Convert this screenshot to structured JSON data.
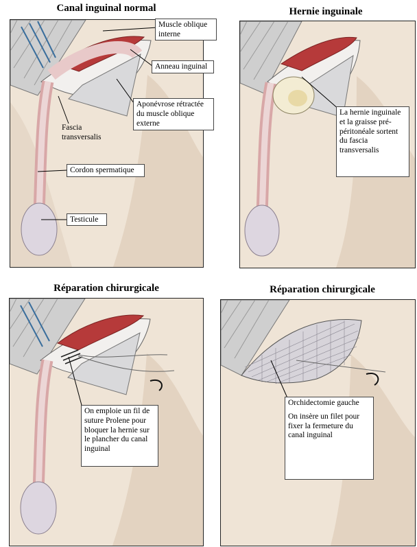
{
  "panels": {
    "p1": {
      "title": "Canal inguinal normal",
      "labels": {
        "muscle": "Muscle oblique interne",
        "anneau": "Anneau inguinal",
        "apon": "Aponévrose rétractée du muscle oblique externe",
        "fascia": "Fascia transversalis",
        "cordon": "Cordon spermatique",
        "testicule": "Testicule"
      }
    },
    "p2": {
      "title": "Hernie inguinale",
      "labels": {
        "hernie": "La hernie inguinale et la graisse pré-péritonéale sortent du fascia transversalis"
      }
    },
    "p3": {
      "title": "Réparation chirurgicale",
      "labels": {
        "suture": "On emploie un fil de suture Prolene pour bloquer la hernie sur le plancher du canal inguinal"
      }
    },
    "p4": {
      "title": "Réparation chirurgicale",
      "labels": {
        "orchi": "Orchidectomie gauche",
        "filet": "On insère un filet pour fixer la fermeture du canal inguinal"
      }
    }
  }
}
